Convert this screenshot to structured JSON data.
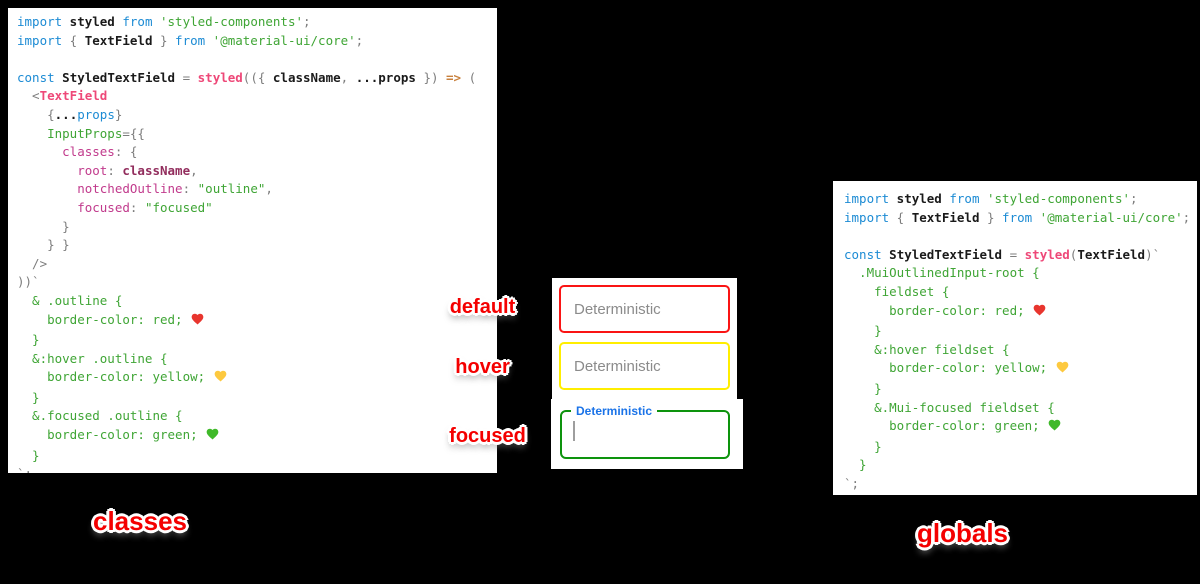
{
  "captions": {
    "classes": "classes",
    "globals": "globals"
  },
  "annotations": {
    "default_label": "default",
    "hover_label": "hover",
    "focused_label": "focused"
  },
  "fields": {
    "default": {
      "placeholder": "Deterministic",
      "border_color": "#fa1414",
      "state": "default"
    },
    "hover": {
      "placeholder": "Deterministic",
      "border_color": "#ffee00",
      "state": "hover"
    },
    "focused": {
      "label": "Deterministic",
      "border_color": "#0d930d",
      "label_color": "#1a73e8",
      "state": "focused"
    }
  },
  "theme_colors": {
    "keyword": "#1c8bd4",
    "identifier": "#1a1a1a",
    "punctuation": "#7d7d7d",
    "string_and_css": "#3fa535",
    "function_pink": "#ee4878",
    "object_key": "#c13a8c",
    "variable_ref": "#922d5d",
    "arrow": "#c8803c",
    "heart_red": "#e8352e",
    "heart_yellow": "#fdc93f",
    "heart_green": "#3fb929",
    "annotation_red": "#f40000",
    "panel_bg": "#ffffff",
    "page_bg": "#000000"
  },
  "panels": {
    "left": {
      "name": "classes-code",
      "lines": [
        [
          [
            "k",
            "import"
          ],
          [
            "p",
            " styled "
          ],
          [
            "k",
            "from"
          ],
          [
            "s",
            " 'styled-components'"
          ],
          [
            "g",
            ";"
          ]
        ],
        [
          [
            "k",
            "import"
          ],
          [
            "g",
            " { "
          ],
          [
            "p",
            "TextField"
          ],
          [
            "g",
            " } "
          ],
          [
            "k",
            "from"
          ],
          [
            "s",
            " '@material-ui/core'"
          ],
          [
            "g",
            ";"
          ]
        ],
        [],
        [
          [
            "k",
            "const"
          ],
          [
            "p",
            " StyledTextField "
          ],
          [
            "g",
            "= "
          ],
          [
            "f",
            "styled"
          ],
          [
            "g",
            "(({ "
          ],
          [
            "p",
            "className"
          ],
          [
            "g",
            ", "
          ],
          [
            "p",
            "...props"
          ],
          [
            "g",
            " }) "
          ],
          [
            "a",
            "=>"
          ],
          [
            "g",
            " ("
          ]
        ],
        [
          [
            "g",
            "  <"
          ],
          [
            "f",
            "TextField"
          ]
        ],
        [
          [
            "g",
            "    {"
          ],
          [
            "p",
            "..."
          ],
          [
            "b",
            "props"
          ],
          [
            "g",
            "}"
          ]
        ],
        [
          [
            "s",
            "    InputProps"
          ],
          [
            "g",
            "={{"
          ]
        ],
        [
          [
            "m",
            "      classes"
          ],
          [
            "g",
            ": {"
          ]
        ],
        [
          [
            "m",
            "        root"
          ],
          [
            "g",
            ": "
          ],
          [
            "v",
            "className"
          ],
          [
            "g",
            ","
          ]
        ],
        [
          [
            "m",
            "        notchedOutline"
          ],
          [
            "g",
            ": "
          ],
          [
            "s",
            "\"outline\""
          ],
          [
            "g",
            ","
          ]
        ],
        [
          [
            "m",
            "        focused"
          ],
          [
            "g",
            ": "
          ],
          [
            "s",
            "\"focused\""
          ]
        ],
        [
          [
            "g",
            "      }"
          ]
        ],
        [
          [
            "g",
            "    } }"
          ]
        ],
        [
          [
            "g",
            "  />"
          ]
        ],
        [
          [
            "g",
            "))`"
          ]
        ],
        [
          [
            "s",
            "  & .outline {"
          ]
        ],
        [
          [
            "s",
            "    border-color: red; "
          ],
          [
            "hr"
          ]
        ],
        [
          [
            "s",
            "  }"
          ]
        ],
        [
          [
            "s",
            "  &:hover .outline {"
          ]
        ],
        [
          [
            "s",
            "    border-color: yellow; "
          ],
          [
            "hy"
          ]
        ],
        [
          [
            "s",
            "  }"
          ]
        ],
        [
          [
            "s",
            "  &.focused .outline {"
          ]
        ],
        [
          [
            "s",
            "    border-color: green; "
          ],
          [
            "hg"
          ]
        ],
        [
          [
            "s",
            "  }"
          ]
        ],
        [
          [
            "g",
            "`;"
          ]
        ]
      ]
    },
    "right": {
      "name": "globals-code",
      "lines": [
        [
          [
            "k",
            "import"
          ],
          [
            "p",
            " styled "
          ],
          [
            "k",
            "from"
          ],
          [
            "s",
            " 'styled-components'"
          ],
          [
            "g",
            ";"
          ]
        ],
        [
          [
            "k",
            "import"
          ],
          [
            "g",
            " { "
          ],
          [
            "p",
            "TextField"
          ],
          [
            "g",
            " } "
          ],
          [
            "k",
            "from"
          ],
          [
            "s",
            " '@material-ui/core'"
          ],
          [
            "g",
            ";"
          ]
        ],
        [],
        [
          [
            "k",
            "const"
          ],
          [
            "p",
            " StyledTextField "
          ],
          [
            "g",
            "= "
          ],
          [
            "f",
            "styled"
          ],
          [
            "g",
            "("
          ],
          [
            "p",
            "TextField"
          ],
          [
            "g",
            ")`"
          ]
        ],
        [
          [
            "s",
            "  .MuiOutlinedInput-root {"
          ]
        ],
        [
          [
            "s",
            "    fieldset {"
          ]
        ],
        [
          [
            "s",
            "      border-color: red; "
          ],
          [
            "hr"
          ]
        ],
        [
          [
            "s",
            "    }"
          ]
        ],
        [
          [
            "s",
            "    &:hover fieldset {"
          ]
        ],
        [
          [
            "s",
            "      border-color: yellow; "
          ],
          [
            "hy"
          ]
        ],
        [
          [
            "s",
            "    }"
          ]
        ],
        [
          [
            "s",
            "    &.Mui-focused fieldset {"
          ]
        ],
        [
          [
            "s",
            "      border-color: green; "
          ],
          [
            "hg"
          ]
        ],
        [
          [
            "s",
            "    }"
          ]
        ],
        [
          [
            "s",
            "  }"
          ]
        ],
        [
          [
            "g",
            "`;"
          ]
        ]
      ]
    }
  }
}
